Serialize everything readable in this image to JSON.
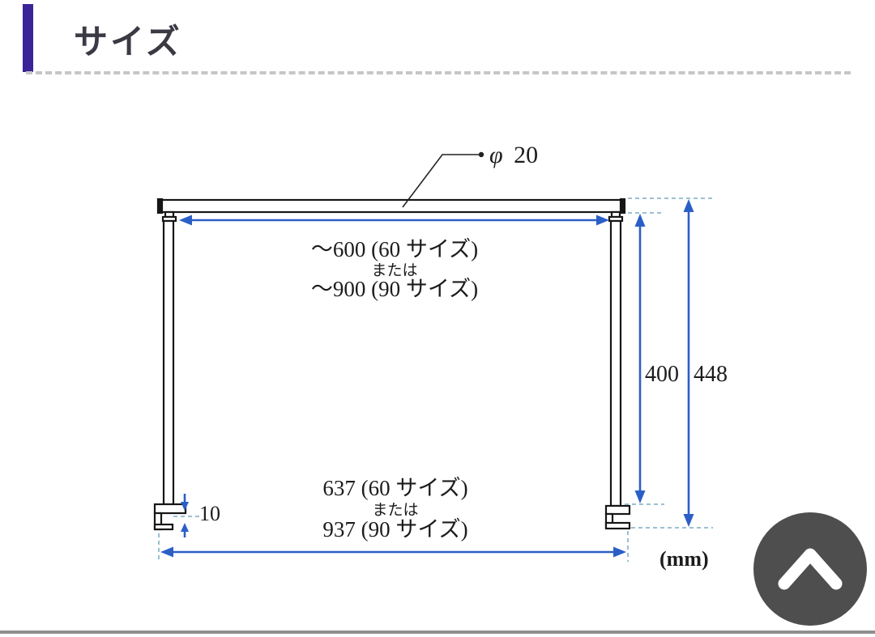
{
  "header": {
    "title": "サイズ"
  },
  "colors": {
    "accent": "#3b2398",
    "dimension": "#2b5fc7",
    "extension": "#8fb8cc",
    "frame": "#161616",
    "button": "#4e4e4e"
  },
  "diagram": {
    "diameter": {
      "symbol": "φ",
      "value": "20"
    },
    "top_width": {
      "line1": "～600 (60 サイズ)",
      "or": "または",
      "line2": "～900 (90 サイズ)"
    },
    "height_pole": "400",
    "height_total": "448",
    "bottom_width": {
      "line1": "637 (60 サイズ)",
      "or": "または",
      "line2": "937 (90 サイズ)"
    },
    "foot_gap": "10",
    "unit": "(mm)"
  },
  "back_to_top": {
    "icon": "chevron-up-icon"
  }
}
